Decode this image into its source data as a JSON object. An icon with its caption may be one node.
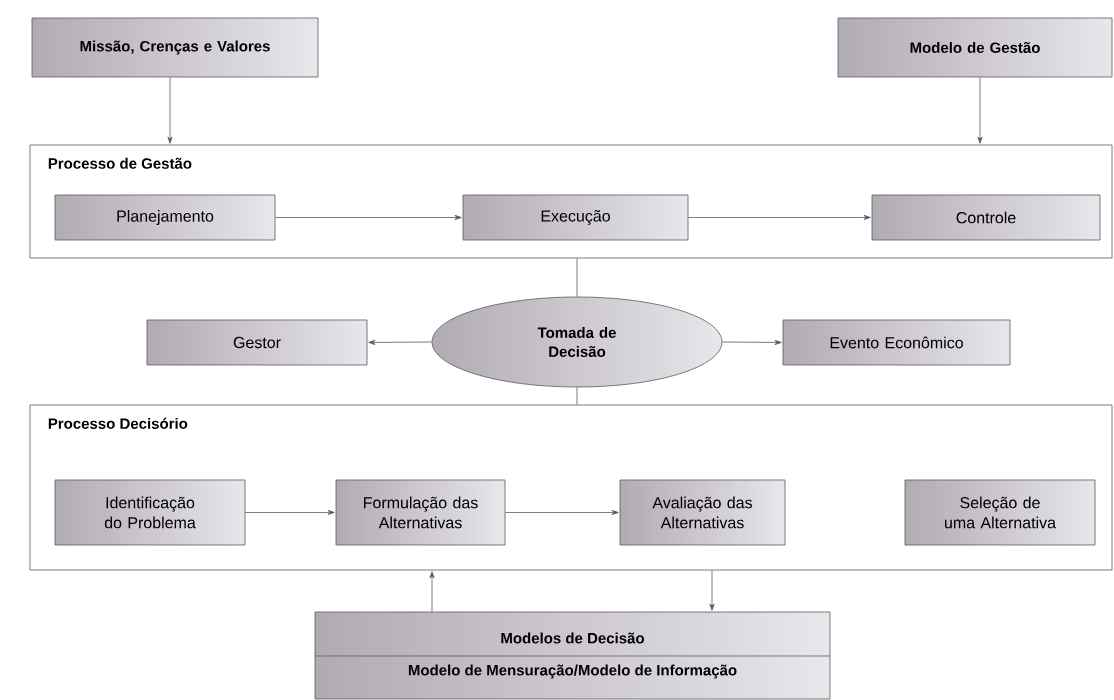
{
  "diagram": {
    "nodes": [
      {
        "text": [
          "Missão, Crenças e Valores"
        ]
      },
      {
        "text": [
          "Modelo de Gestão"
        ]
      },
      {
        "text": [
          "Processo de Gestão"
        ]
      },
      {
        "text": [
          "Planejamento"
        ],
        "in": 2
      },
      {
        "text": [
          "Execução"
        ],
        "in": 2
      },
      {
        "text": [
          "Controle"
        ],
        "in": 2
      },
      {
        "text": [
          "Gestor"
        ]
      },
      {
        "text": [
          "Tomada de Decisão"
        ]
      },
      {
        "text": [
          "Evento Econômico"
        ]
      },
      {
        "text": [
          "Processo Decisório"
        ]
      },
      {
        "text": [
          "Identificação do Problema"
        ],
        "in": 9
      },
      {
        "text": [
          "Formulação das Alternativas"
        ],
        "in": 9
      },
      {
        "text": [
          "Avaliação das Alternativas"
        ],
        "in": 9
      },
      {
        "text": [
          "Seleção de uma Alternativa"
        ],
        "in": 9
      },
      {
        "text": [
          "Modelos de Decisão",
          "Modelo de Mensuração/Modelo de Informação"
        ]
      }
    ],
    "edges": [
      {
        "from": 0,
        "to": 2,
        "arrow": "to"
      },
      {
        "from": 1,
        "to": 2,
        "arrow": "to"
      },
      {
        "from": 3,
        "to": 4,
        "arrow": "to"
      },
      {
        "from": 4,
        "to": 5,
        "arrow": "to"
      },
      {
        "from": 2,
        "to": 7,
        "arrow": "none"
      },
      {
        "from": 7,
        "to": 6,
        "arrow": "to"
      },
      {
        "from": 7,
        "to": 8,
        "arrow": "to"
      },
      {
        "from": 7,
        "to": 9,
        "arrow": "none"
      },
      {
        "from": 10,
        "to": 11,
        "arrow": "to"
      },
      {
        "from": 11,
        "to": 12,
        "arrow": "to"
      },
      {
        "from": 14,
        "to": 9,
        "arrow": "to"
      },
      {
        "from": 9,
        "to": 14,
        "arrow": "to"
      }
    ]
  }
}
